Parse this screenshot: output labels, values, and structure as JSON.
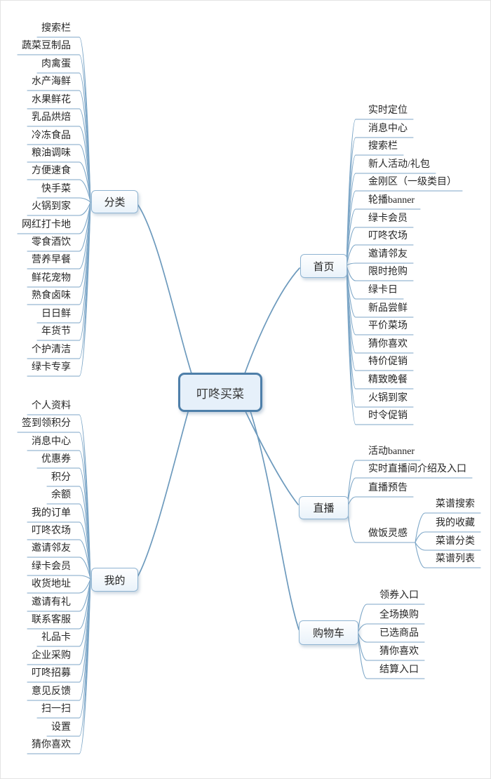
{
  "title": "叮咚买菜",
  "branches": [
    {
      "id": "categories",
      "label": "分类",
      "children": [
        "搜索栏",
        "蔬菜豆制品",
        "肉禽蛋",
        "水产海鲜",
        "水果鲜花",
        "乳品烘焙",
        "冷冻食品",
        "粮油调味",
        "方便速食",
        "快手菜",
        "火锅到家",
        "网红打卡地",
        "零食酒饮",
        "营养早餐",
        "鲜花宠物",
        "熟食卤味",
        "日日鲜",
        "年货节",
        "个护清洁",
        "绿卡专享"
      ]
    },
    {
      "id": "home",
      "label": "首页",
      "children": [
        "实时定位",
        "消息中心",
        "搜索栏",
        "新人活动/礼包",
        "金刚区（一级类目）",
        "轮播banner",
        "绿卡会员",
        "叮咚农场",
        "邀请邻友",
        "限时抢购",
        "绿卡日",
        "新品尝鲜",
        "平价菜场",
        "猜你喜欢",
        "特价促销",
        "精致晚餐",
        "火锅到家",
        "时令促销"
      ]
    },
    {
      "id": "live",
      "label": "直播",
      "children": [
        "活动banner",
        "实时直播间介绍及入口",
        "直播预告",
        {
          "label": "做饭灵感",
          "children": [
            "菜谱搜索",
            "我的收藏",
            "菜谱分类",
            "菜谱列表"
          ]
        }
      ]
    },
    {
      "id": "mine",
      "label": "我的",
      "children": [
        "个人资料",
        "签到领积分",
        "消息中心",
        "优惠券",
        "积分",
        "余额",
        "我的订单",
        "叮咚农场",
        "邀请邻友",
        "绿卡会员",
        "收货地址",
        "邀请有礼",
        "联系客服",
        "礼品卡",
        "企业采购",
        "叮咚招募",
        "意见反馈",
        "扫一扫",
        "设置",
        "猜你喜欢"
      ]
    },
    {
      "id": "cart",
      "label": "购物车",
      "children": [
        "领券入口",
        "全场换购",
        "已选商品",
        "猜你喜欢",
        "结算入口"
      ]
    }
  ],
  "colors": {
    "main_line": "#6D9ABD",
    "leaf_line": "#7CA6C7",
    "node_border": "#8FB4D2",
    "central_border": "#4E7FA9",
    "central_fill": "#E6F0FA"
  }
}
